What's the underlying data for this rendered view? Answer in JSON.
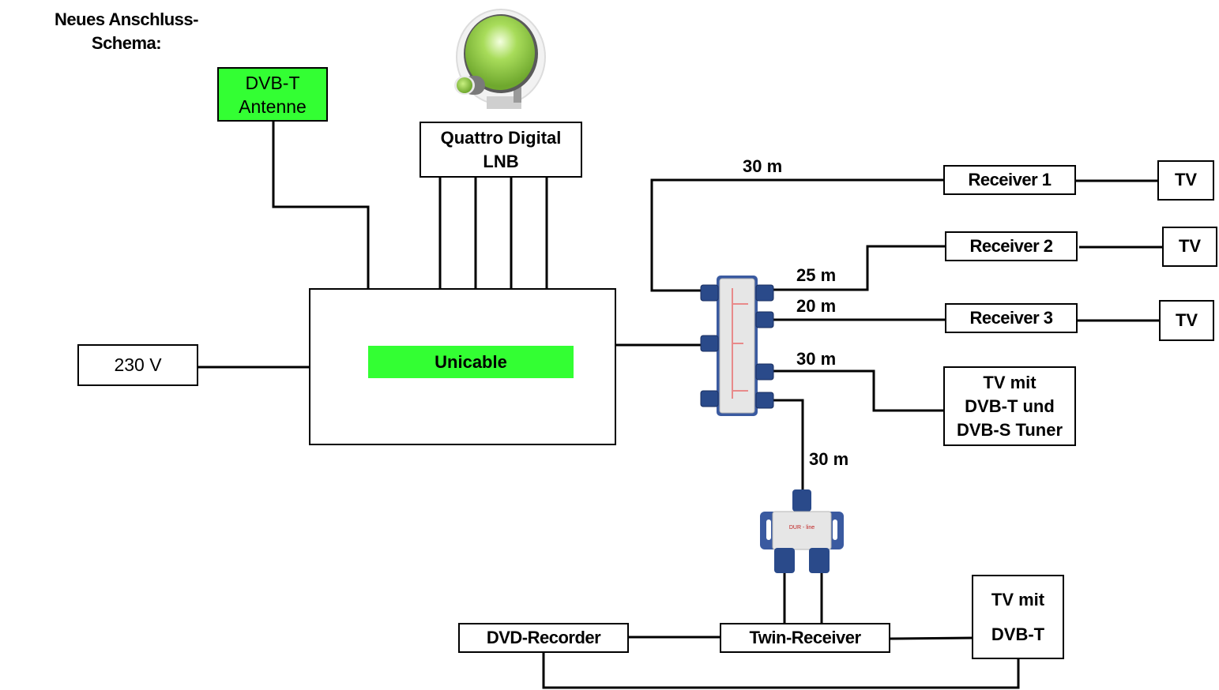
{
  "title": {
    "line1": "Neues Anschluss-",
    "line2": "Schema:"
  },
  "colors": {
    "highlight_green": "#33ff33",
    "connector_blue": "#2a4a8a",
    "dish_green": "#8fd14f"
  },
  "nodes": {
    "dvbt_antenna": {
      "line1": "DVB-T",
      "line2": "Antenne"
    },
    "lnb": {
      "line1": "Quattro Digital",
      "line2": "LNB",
      "icon": "satellite-dish-icon"
    },
    "power": {
      "label": "230 V"
    },
    "unicable": {
      "label": "Unicable"
    },
    "splitter_main": {
      "icon": "8-way-splitter-icon"
    },
    "splitter_small": {
      "icon": "2-way-splitter-icon"
    },
    "receiver1": {
      "label": "Receiver 1"
    },
    "receiver2": {
      "label": "Receiver 2"
    },
    "receiver3": {
      "label": "Receiver 3"
    },
    "tv1": {
      "label": "TV"
    },
    "tv2": {
      "label": "TV"
    },
    "tv3": {
      "label": "TV"
    },
    "tv_dvbt_dvbs": {
      "line1": "TV mit",
      "line2": "DVB-T und",
      "line3": "DVB-S Tuner"
    },
    "dvd_recorder": {
      "label": "DVD-Recorder"
    },
    "twin_receiver": {
      "label": "Twin-Receiver"
    },
    "tv_dvbt": {
      "line1": "TV mit",
      "line2": "DVB-T"
    }
  },
  "cable_lengths": {
    "to_receiver1": "30 m",
    "to_receiver2": "25 m",
    "to_receiver3": "20 m",
    "to_tv_tuner": "30 m",
    "to_small_splitter": "30 m"
  }
}
